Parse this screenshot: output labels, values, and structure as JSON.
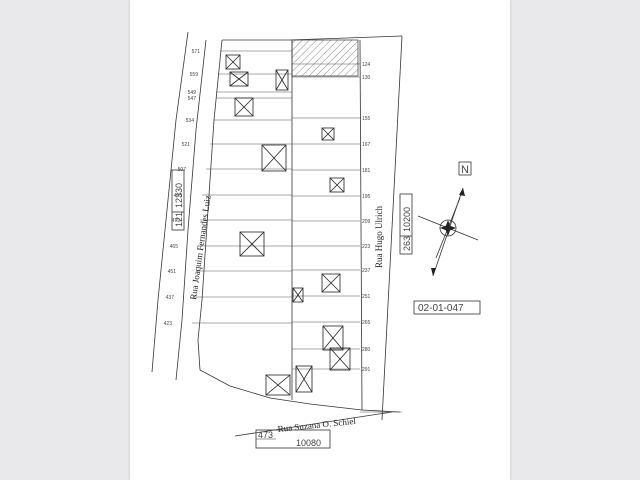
{
  "map": {
    "streets": {
      "left": "Rua Joaquim Fernandes Luiz",
      "right": "Rua Hugo Ulrich",
      "bottom": "Rua Suzana O. Schiel"
    },
    "boxes": {
      "left_code_a": "121",
      "left_code_b": "12330",
      "right_code_a": "263",
      "right_code_b": "10200",
      "block_id": "02-01-047",
      "bottom_code_a": "473",
      "bottom_code_b": "10080"
    },
    "north_label": "N",
    "left_numbers": [
      "571",
      "559",
      "549",
      "547",
      "534",
      "521",
      "507",
      "493",
      "479",
      "465",
      "451",
      "437",
      "423"
    ],
    "right_numbers": [
      "124",
      "130",
      "155",
      "167",
      "181",
      "195",
      "209",
      "223",
      "237",
      "251",
      "265",
      "280",
      "291"
    ]
  }
}
